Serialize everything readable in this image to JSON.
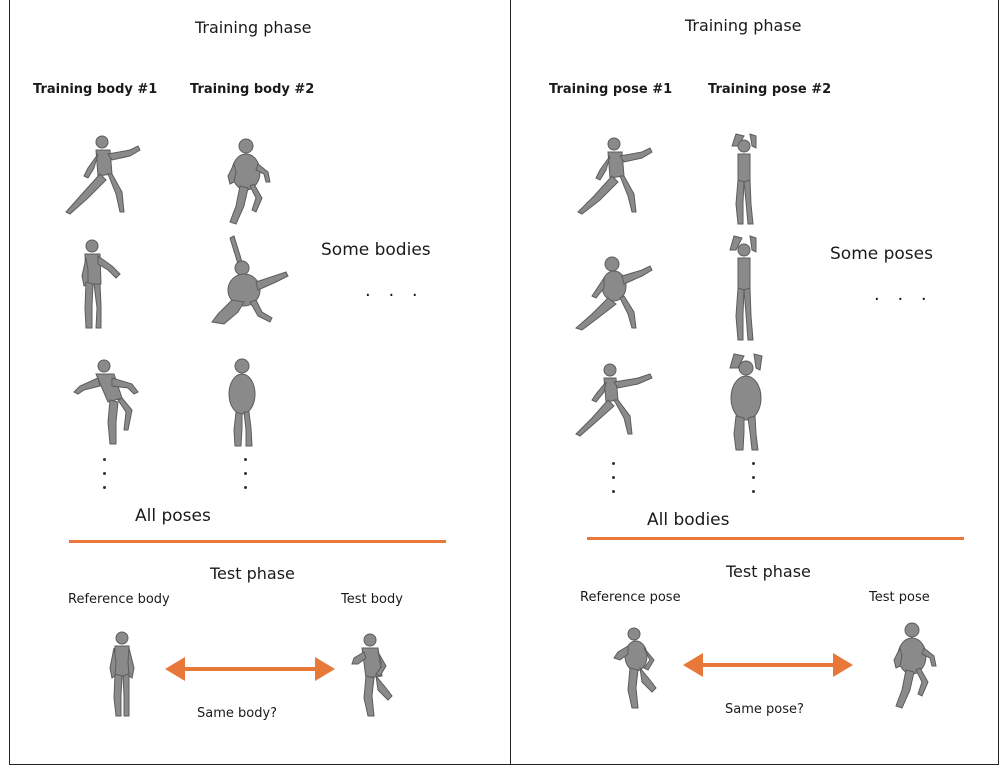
{
  "colors": {
    "accent": "#e8773a",
    "figure": "#8a8a8a",
    "figure_dark": "#5c5c5c"
  },
  "left_panel": {
    "title": "Training phase",
    "col1": "Training body #1",
    "col2": "Training body #2",
    "side_label": "Some bodies",
    "side_ellipsis": ". . .",
    "bottom_label": "All poses",
    "test_title": "Test phase",
    "ref_label": "Reference body",
    "test_label": "Test body",
    "question": "Same body?"
  },
  "right_panel": {
    "title": "Training phase",
    "col1": "Training pose #1",
    "col2": "Training pose #2",
    "side_label": "Some poses",
    "side_ellipsis": ". . .",
    "bottom_label": "All bodies",
    "test_title": "Test phase",
    "ref_label": "Reference pose",
    "test_label": "Test pose",
    "question": "Same pose?"
  }
}
